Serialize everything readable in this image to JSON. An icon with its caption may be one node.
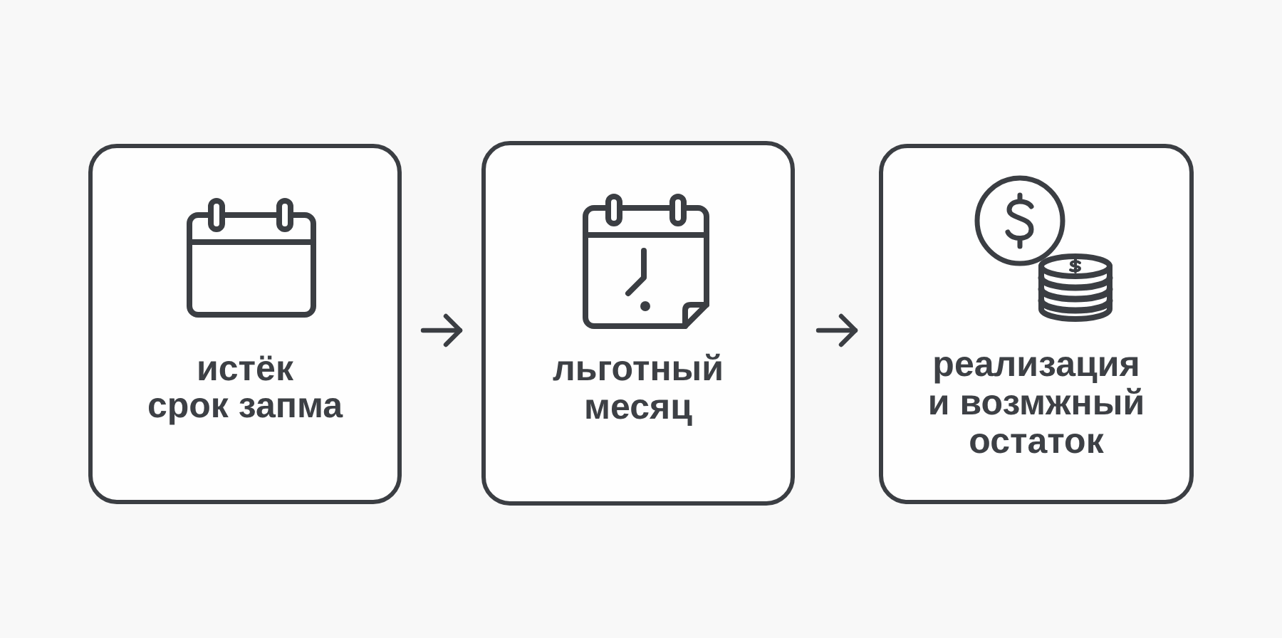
{
  "diagram": {
    "nodes": [
      {
        "text": [
          "истёк срок запма"
        ]
      },
      {
        "text": [
          "льготный месяц"
        ]
      },
      {
        "text": [
          "реализация и возмжный остаток"
        ]
      }
    ],
    "edges": [
      {
        "from": 0,
        "to": 1,
        "arrow": "to"
      },
      {
        "from": 1,
        "to": 2,
        "arrow": "to"
      }
    ]
  }
}
